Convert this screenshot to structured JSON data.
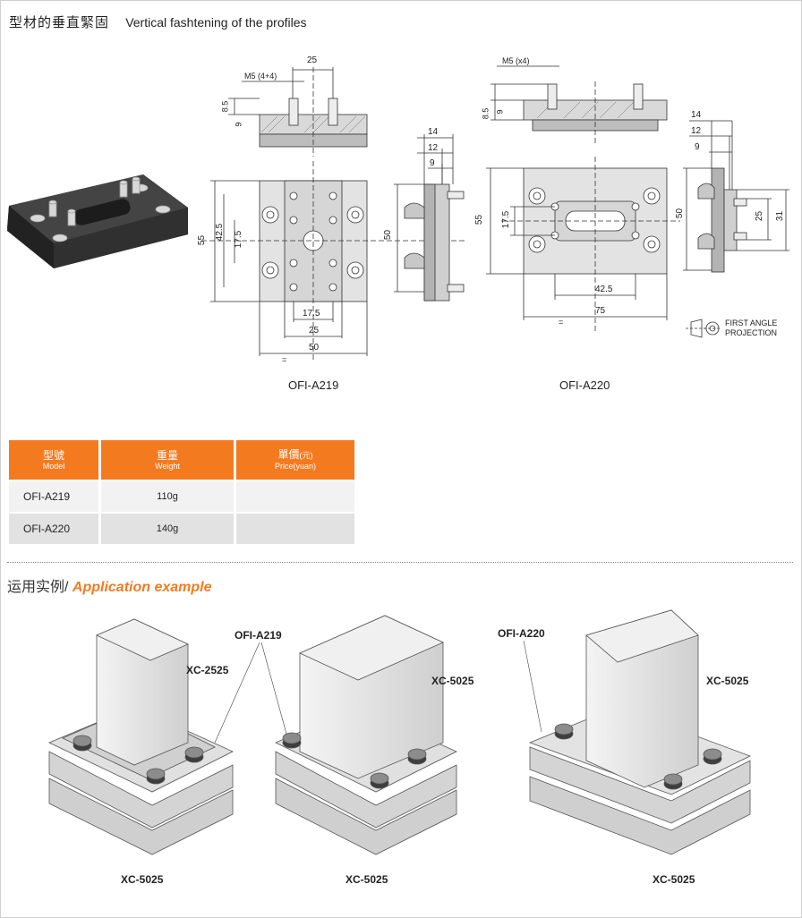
{
  "page": {
    "title_cn": "型材的垂直緊固",
    "title_en": "Vertical fashtening of the profiles"
  },
  "drawings": {
    "a219": {
      "label": "OFI-A219",
      "dim_thread": "M5 (4+4)",
      "dim_top_width": "25",
      "dim_h1": "8.5",
      "dim_h2": "9",
      "dim_55": "55",
      "dim_425": "42.5",
      "dim_175": "17.5",
      "dim_175b": "17.5",
      "dim_25": "25",
      "dim_50": "50",
      "dim_side_50": "50",
      "dim_14": "14",
      "dim_12": "12",
      "dim_9": "9",
      "eq": "="
    },
    "a220": {
      "label": "OFI-A220",
      "dim_thread": "M5 (x4)",
      "dim_h1": "8.5",
      "dim_h2": "9",
      "dim_55": "55",
      "dim_175": "17.5",
      "dim_425": "42.5",
      "dim_75": "75",
      "dim_side_50": "50",
      "dim_25": "25",
      "dim_31": "31",
      "dim_14": "14",
      "dim_12": "12",
      "dim_9": "9",
      "eq": "="
    },
    "projection": {
      "line1": "FIRST ANGLE",
      "line2": "PROJECTION"
    }
  },
  "table": {
    "headers": [
      {
        "cn": "型號",
        "en": "Model"
      },
      {
        "cn": "重量",
        "en": "Weight"
      },
      {
        "cn": "單價",
        "cn_small": "(元)",
        "en": "Price(yuan)"
      }
    ],
    "rows": [
      {
        "model": "OFI-A219",
        "weight": "110g",
        "price": ""
      },
      {
        "model": "OFI-A220",
        "weight": "140g",
        "price": ""
      }
    ]
  },
  "application": {
    "title_cn": "运用实例/",
    "title_en": "Application example",
    "labels": {
      "ofi_a219": "OFI-A219",
      "ofi_a220": "OFI-A220",
      "xc2525": "XC-2525",
      "xc5025_top_mid": "XC-5025",
      "xc5025_top_right": "XC-5025",
      "xc5025_b1": "XC-5025",
      "xc5025_b2": "XC-5025",
      "xc5025_b3": "XC-5025"
    }
  },
  "colors": {
    "accent": "#f47a20",
    "part_dark": "#3a3a3a",
    "drawing_fill": "#e6e6e6"
  }
}
